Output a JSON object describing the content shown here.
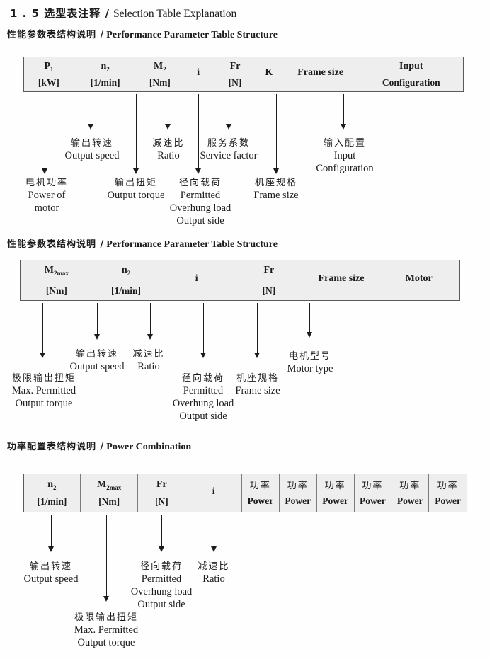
{
  "title": {
    "zh": "1 . 5 选型表注释 /",
    "en": "Selection Table Explanation"
  },
  "s1": {
    "heading": {
      "zh": "性能参数表结构说明 /",
      "en": "Performance Parameter Table Structure"
    },
    "columns": [
      {
        "l1": "P",
        "sub": "1",
        "l2": "[kW]"
      },
      {
        "l1": "n",
        "sub": "2",
        "l2": "[1/min]"
      },
      {
        "l1": "M",
        "sub": "2",
        "l2": "[Nm]"
      },
      {
        "l1": "i"
      },
      {
        "l1": "Fr",
        "l2": "[N]"
      },
      {
        "l1": "K"
      },
      {
        "l1": "Frame size"
      },
      {
        "l1": "Input",
        "l2": "Configuration"
      }
    ],
    "labels": {
      "output_speed": {
        "zh": "输出转速",
        "en": "Output speed"
      },
      "ratio": {
        "zh": "减速比",
        "en": "Ratio"
      },
      "service_factor": {
        "zh": "服务系数",
        "en": "Service factor"
      },
      "input_config": {
        "zh": "输入配置",
        "en1": "Input",
        "en2": "Configuration"
      },
      "power_of_motor": {
        "zh": "电机功率",
        "en1": "Power of",
        "en2": "motor"
      },
      "output_torque": {
        "zh": "输出扭矩",
        "en": "Output torque"
      },
      "overhung_load": {
        "zh": "径向载荷",
        "en1": "Permitted",
        "en2": "Overhung load",
        "en3": "Output side"
      },
      "frame_size": {
        "zh": "机座规格",
        "en": "Frame size"
      }
    }
  },
  "s2": {
    "heading": {
      "zh": "性能参数表结构说明 /",
      "en": "Performance Parameter Table Structure"
    },
    "columns": [
      {
        "l1": "M",
        "sub": "2max",
        "l2": "[Nm]"
      },
      {
        "l1": "n",
        "sub": "2",
        "l2": "[1/min]"
      },
      {
        "l1": "i"
      },
      {
        "l1": "Fr",
        "l2": "[N]"
      },
      {
        "l1": "Frame size"
      },
      {
        "l1": "Motor"
      }
    ],
    "labels": {
      "max_torque": {
        "zh": "极限输出扭矩",
        "en1": "Max. Permitted",
        "en2": "Output torque"
      },
      "output_speed": {
        "zh": "输出转速",
        "en": "Output speed"
      },
      "ratio": {
        "zh": "减速比",
        "en": "Ratio"
      },
      "overhung_load": {
        "zh": "径向载荷",
        "en1": "Permitted",
        "en2": "Overhung load",
        "en3": "Output side"
      },
      "frame_size": {
        "zh": "机座规格",
        "en": "Frame size"
      },
      "motor_type": {
        "zh": "电机型号",
        "en": "Motor type"
      }
    }
  },
  "s3": {
    "heading": {
      "zh": "功率配置表结构说明 /",
      "en": "Power Combination"
    },
    "columns": [
      {
        "l1": "n",
        "sub": "2",
        "l2": "[1/min]"
      },
      {
        "l1": "M",
        "sub": "2max",
        "l2": "[Nm]"
      },
      {
        "l1": "Fr",
        "l2": "[N]"
      },
      {
        "l1": "i"
      },
      {
        "l1": "功率",
        "l2": "Power"
      },
      {
        "l1": "功率",
        "l2": "Power"
      },
      {
        "l1": "功率",
        "l2": "Power"
      },
      {
        "l1": "功率",
        "l2": "Power"
      },
      {
        "l1": "功率",
        "l2": "Power"
      },
      {
        "l1": "功率",
        "l2": "Power"
      }
    ],
    "labels": {
      "output_speed": {
        "zh": "输出转速",
        "en": "Output speed"
      },
      "max_torque": {
        "zh": "极限输出扭矩",
        "en1": "Max. Permitted",
        "en2": "Output torque"
      },
      "overhung_load": {
        "zh": "径向载荷",
        "en1": "Permitted",
        "en2": "Overhung load",
        "en3": "Output side"
      },
      "ratio": {
        "zh": "减速比",
        "en": "Ratio"
      }
    }
  }
}
